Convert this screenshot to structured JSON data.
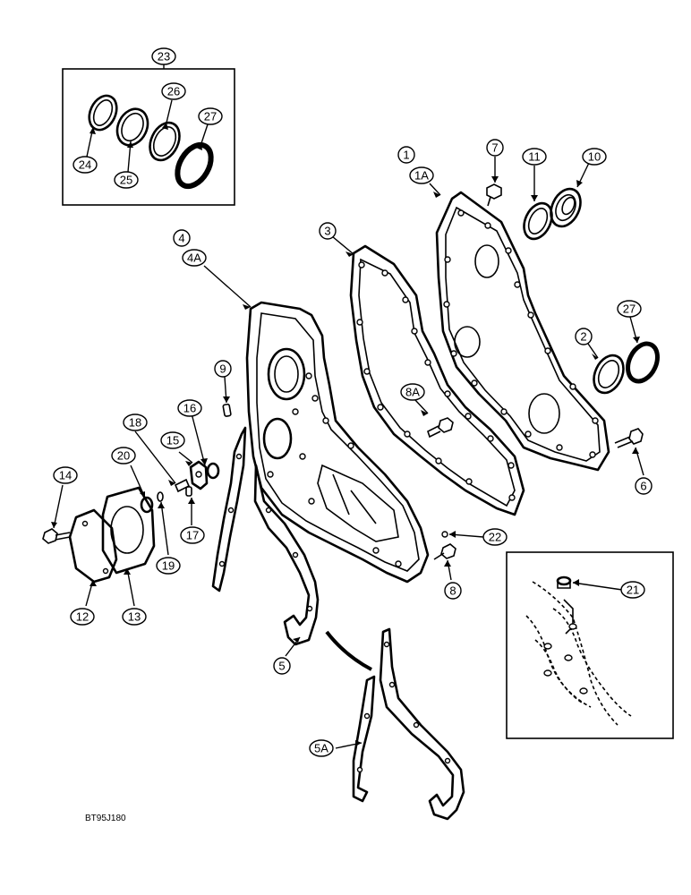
{
  "drawing_code": "BT95J180",
  "callouts": {
    "c23": "23",
    "c24": "24",
    "c25": "25",
    "c26": "26",
    "c27a": "27",
    "c1": "1",
    "c1a": "1A",
    "c7": "7",
    "c11": "11",
    "c10": "10",
    "c3": "3",
    "c4": "4",
    "c4a": "4A",
    "c2": "2",
    "c27b": "27",
    "c9": "9",
    "c8a": "8A",
    "c18": "18",
    "c16": "16",
    "c15": "15",
    "c20": "20",
    "c14": "14",
    "c6": "6",
    "c17": "17",
    "c22": "22",
    "c19": "19",
    "c8": "8",
    "c21": "21",
    "c12": "12",
    "c13": "13",
    "c5": "5",
    "c5a": "5A"
  }
}
